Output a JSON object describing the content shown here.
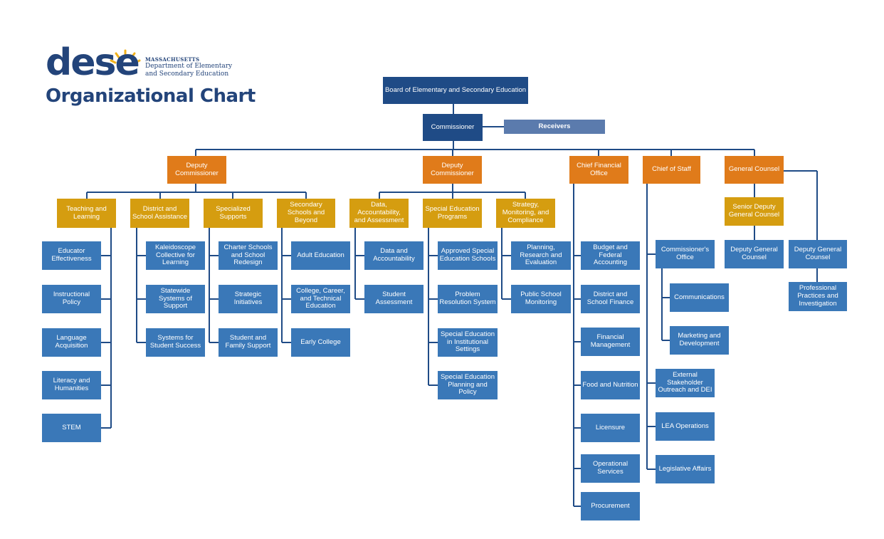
{
  "logo": {
    "wordmark": "dese",
    "state": "MASSACHUSETTS",
    "dept_line1": "Department of Elementary",
    "dept_line2": "and Secondary Education"
  },
  "title": "Organizational Chart",
  "colors": {
    "navy": "#1f4b86",
    "blue": "#3a78b8",
    "gray_blue": "#5b7bad",
    "orange": "#e07b1a",
    "gold": "#d59d10",
    "line": "#1f4b86",
    "logo_sun": "#f2b21b"
  },
  "top": {
    "board": "Board of Elementary and Secondary Education",
    "commissioner": "Commissioner",
    "receivers": "Receivers"
  },
  "level2": {
    "deputy1": "Deputy Commissioner",
    "deputy2": "Deputy Commissioner",
    "cfo": "Chief Financial Office",
    "chief_of_staff": "Chief of Staff",
    "general_counsel": "General Counsel"
  },
  "deputy1_units": {
    "teaching": {
      "name": "Teaching and Learning",
      "items": [
        "Educator Effectiveness",
        "Instructional Policy",
        "Language Acquisition",
        "Literacy and Humanities",
        "STEM"
      ]
    },
    "district": {
      "name": "District and School Assistance",
      "items": [
        "Kaleidoscope Collective for Learning",
        "Statewide Systems of Support",
        "Systems for Student Success"
      ]
    },
    "specialized": {
      "name": "Specialized Supports",
      "items": [
        "Charter Schools and School Redesign",
        "Strategic Initiatives",
        "Student and Family Support"
      ]
    },
    "secondary": {
      "name": "Secondary Schools and Beyond",
      "items": [
        "Adult Education",
        "College, Career, and Technical Education",
        "Early College"
      ]
    }
  },
  "deputy2_units": {
    "data": {
      "name": "Data, Accountability, and Assessment",
      "items": [
        "Data and Accountability",
        "Student Assessment"
      ]
    },
    "sped": {
      "name": "Special Education Programs",
      "items": [
        "Approved Special Education Schools",
        "Problem Resolution System",
        "Special Education in Institutional Settings",
        "Special Education Planning and Policy"
      ]
    },
    "strategy": {
      "name": "Strategy, Monitoring, and Compliance",
      "items": [
        "Planning, Research and Evaluation",
        "Public School Monitoring"
      ]
    }
  },
  "cfo_items": [
    "Budget and Federal Accounting",
    "District and School Finance",
    "Financial Management",
    "Food and Nutrition",
    "Licensure",
    "Operational Services",
    "Procurement"
  ],
  "cos": {
    "commissioners_office": "Commissioner's Office",
    "office_items": [
      "Communications",
      "Marketing and Development"
    ],
    "items": [
      "External Stakeholder Outreach and DEI",
      "LEA Operations",
      "Legislative Affairs"
    ]
  },
  "gc": {
    "senior_deputy": "Senior Deputy General Counsel",
    "deputy_a": "Deputy General Counsel",
    "deputy_b": "Deputy General Counsel",
    "practices": "Professional Practices and Investigation"
  }
}
